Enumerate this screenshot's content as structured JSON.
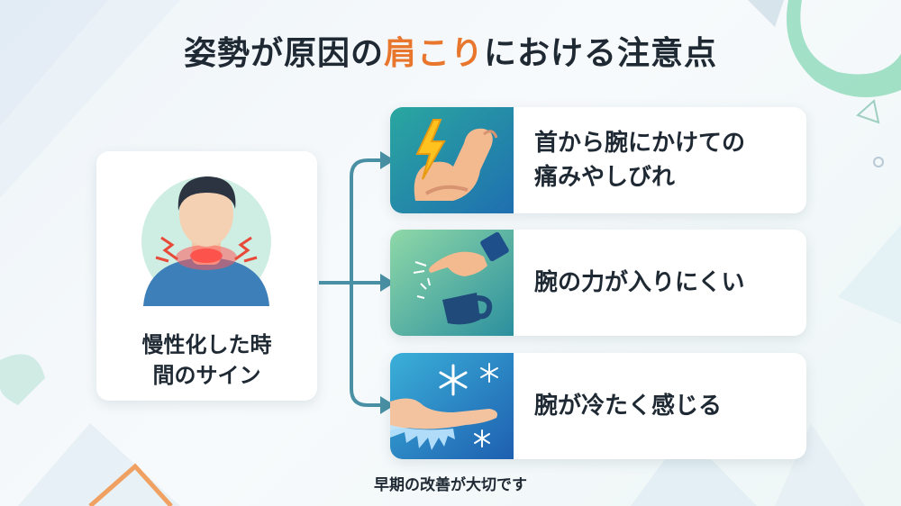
{
  "title": {
    "before": "姿勢が原因の",
    "highlight": "肩こり",
    "after": "における注意点"
  },
  "source": {
    "label_line1": "慢性化した時",
    "label_line2": "間のサイン",
    "icon": "person-neck-pain-icon"
  },
  "signs": [
    {
      "line1": "首から腕にかけての",
      "line2": "痛みやしびれ",
      "icon": "arm-lightning-icon"
    },
    {
      "line1": "腕の力が入りにくい",
      "line2": "",
      "icon": "hand-dropping-cup-icon"
    },
    {
      "line1": "腕が冷たく感じる",
      "line2": "",
      "icon": "cold-arm-snowflake-icon"
    }
  ],
  "footer": "早期の改善が大切です",
  "colors": {
    "accent": "#e8762d",
    "arrow": "#4a90a4",
    "text": "#1f2933",
    "pain": "#ff3b3b"
  }
}
